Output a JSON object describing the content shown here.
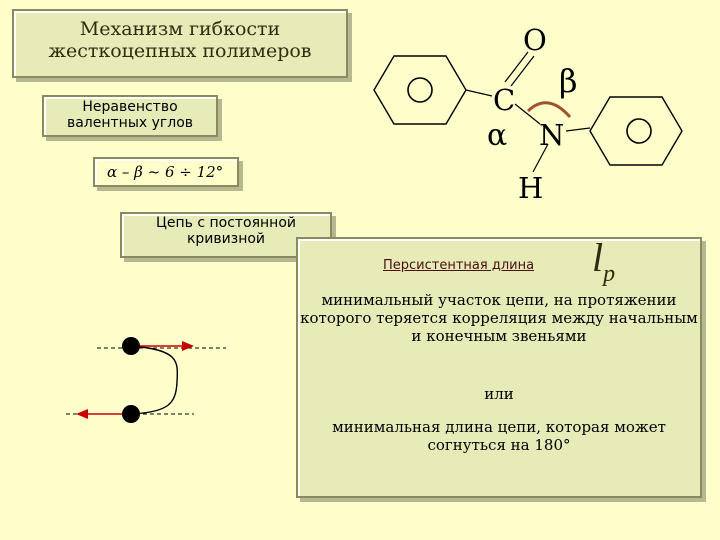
{
  "title": "Механизм гибкости\nжесткоцепных полимеров",
  "inequality_label": "Неравенство\nвалентных углов",
  "formula": "α – β ~ 6 ÷ 12°",
  "curvature_label": "Цепь с постоянной\nкривизной",
  "persistence": {
    "label": "Персистентная длина",
    "symbol": "l",
    "subscript": "p"
  },
  "definition": {
    "first": "минимальный участок цепи, на\nпротяжении которого теряется\nкорреляция между начальным и\nконечным звеньями",
    "or": "или",
    "second": "минимальная длина цепи, которая может\nсогнуться на 180°"
  },
  "molecule": {
    "oxygen": "O",
    "carbon": "C",
    "nitrogen": "N",
    "hydrogen": "H",
    "alpha": "α",
    "beta": "β"
  },
  "colors": {
    "background": "#ffffcc",
    "box": "#e6ebb8",
    "arc": "#a0522d",
    "arrow": "#cc0000"
  }
}
